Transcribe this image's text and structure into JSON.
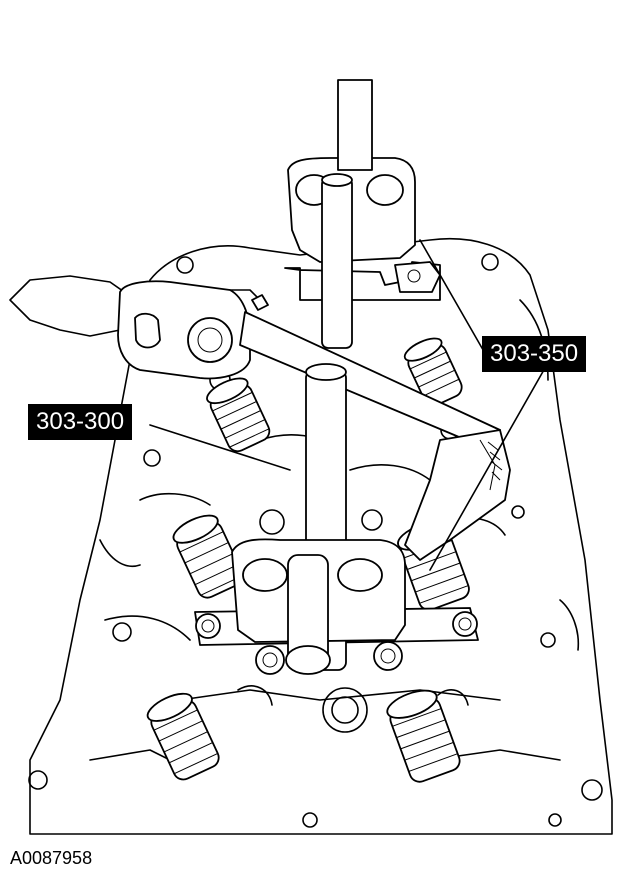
{
  "diagram": {
    "callouts": [
      {
        "id": "tool-a",
        "text": "303-350"
      },
      {
        "id": "tool-b",
        "text": "303-300"
      }
    ],
    "reference_id": "A0087958"
  }
}
